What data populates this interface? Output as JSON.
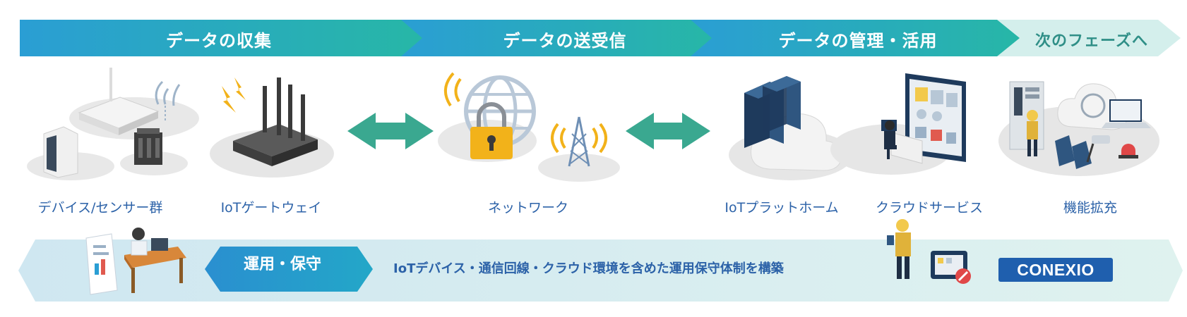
{
  "phases": [
    {
      "label": "データの収集"
    },
    {
      "label": "データの送受信"
    },
    {
      "label": "データの管理・活用"
    },
    {
      "label": "次のフェーズへ"
    }
  ],
  "items": [
    {
      "label": "デバイス/センサー群",
      "icon": "sensor-devices-icon"
    },
    {
      "label": "IoTゲートウェイ",
      "icon": "gateway-router-icon"
    },
    {
      "label": "ネットワーク",
      "icon": "network-globe-lock-icon"
    },
    {
      "label": "IoTプラットホーム",
      "icon": "server-cloud-icon"
    },
    {
      "label": "クラウドサービス",
      "icon": "dashboard-monitor-icon"
    },
    {
      "label": "機能拡充",
      "icon": "extension-equipment-icon"
    }
  ],
  "operations": {
    "label": "運用・保守",
    "description": "IoTデバイス・通信回線・クラウド環境を含めた運用保守体制を構築"
  },
  "logo": {
    "text": "CONEXIO"
  },
  "colors": {
    "phase_blue": "#2a9ed4",
    "phase_teal": "#27b7a6",
    "phase_light": "#d4efec",
    "arrow_teal": "#3aa890",
    "label_blue": "#2c62a8",
    "band_light": "#d9eef4",
    "brand": "#1f5fae"
  }
}
